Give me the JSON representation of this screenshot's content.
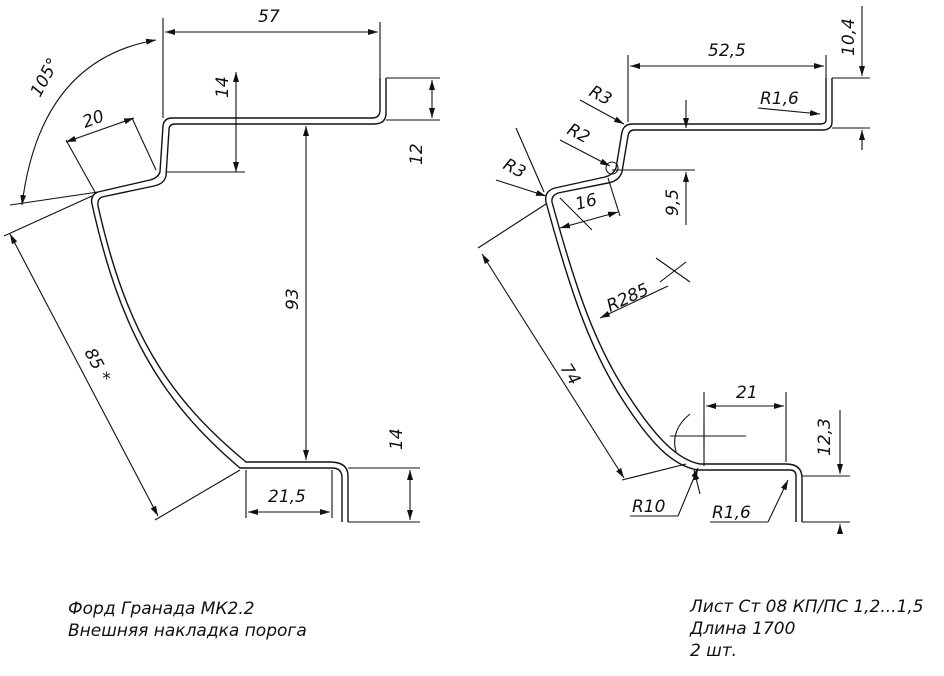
{
  "left_profile": {
    "dims": {
      "top_width": "57",
      "angle": "105°",
      "step_width": "20",
      "step_height": "14",
      "right_flange": "12",
      "height": "93",
      "slope_length": "85 *",
      "bottom_flange_height": "14",
      "bottom_width": "21,5"
    }
  },
  "right_profile": {
    "dims": {
      "top_width": "52,5",
      "top_flange": "10,4",
      "r_top": "R3",
      "r_step": "R2",
      "r_tip": "R1,6",
      "r_corner": "R3",
      "step_width": "16",
      "step_height": "9,5",
      "r_arc": "R285",
      "slope_length": "74",
      "bottom_width": "21",
      "bottom_flange": "12,3",
      "r_bottom": "R10",
      "r_bottom_tip": "R1,6"
    }
  },
  "notes": {
    "left": [
      "Форд Гранада МК2.2",
      "Внешняя накладка порога"
    ],
    "right": [
      "Лист Ст 08 КП/ПС 1,2...1,5",
      "Длина 1700",
      "2 шт."
    ]
  }
}
